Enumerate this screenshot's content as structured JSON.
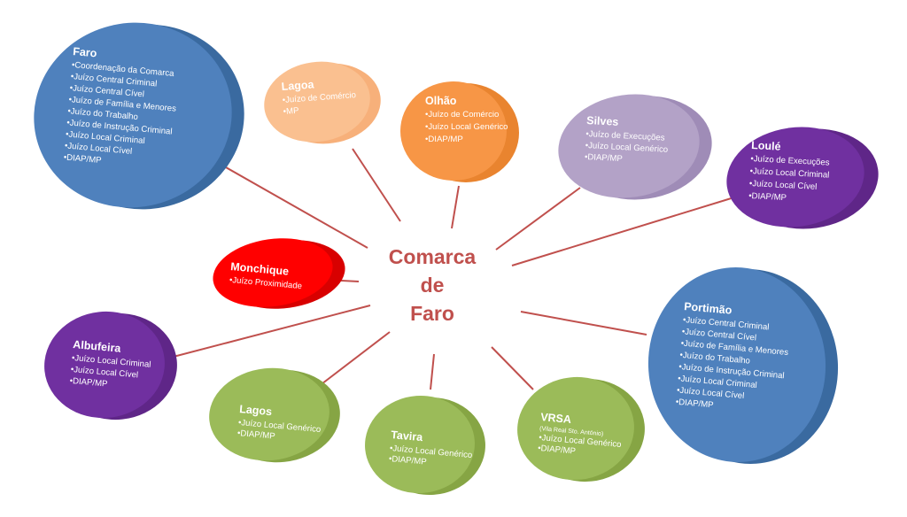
{
  "hub": {
    "lines": [
      "Comarca",
      "de",
      "Faro"
    ],
    "color": "#c0504d"
  },
  "connector_color": "#c0504d",
  "nodes": [
    {
      "id": "faro",
      "title": "Faro",
      "color": "#4f81bd",
      "back": "#3a6aa0",
      "items": [
        "•Coordenação da Comarca",
        "•Juízo Central Criminal",
        "•Juízo Central Cível",
        "•Juízo de Família e Menores",
        "•Juízo do Trabalho",
        "•Juízo de Instrução Criminal",
        "•Juízo Local Criminal",
        "•Juízo Local Cível",
        "•DIAP/MP"
      ]
    },
    {
      "id": "lagoa",
      "title": "Lagoa",
      "color": "#fac090",
      "back": "#f7b07a",
      "items": [
        "•Juízo de Comércio",
        "•MP"
      ]
    },
    {
      "id": "olhao",
      "title": "Olhão",
      "color": "#f79646",
      "back": "#e9842f",
      "items": [
        "•Juízo de Comércio",
        "•Juízo Local Genérico",
        "•DIAP/MP"
      ]
    },
    {
      "id": "silves",
      "title": "Silves",
      "color": "#b3a2c7",
      "back": "#9f8cb7",
      "items": [
        "•Juízo de Execuções",
        "•Juízo Local Genérico",
        "•DIAP/MP"
      ]
    },
    {
      "id": "loule",
      "title": "Loulé",
      "color": "#7030a0",
      "back": "#5f2688",
      "items": [
        "•Juízo de Execuções",
        "•Juízo Local Criminal",
        "•Juízo Local Cível",
        "•DIAP/MP"
      ]
    },
    {
      "id": "monchique",
      "title": "Monchique",
      "color": "#ff0000",
      "back": "#d80000",
      "items": [
        "•Juízo Proximidade"
      ]
    },
    {
      "id": "portimao",
      "title": "Portimão",
      "color": "#4f81bd",
      "back": "#3a6aa0",
      "items": [
        "•Juízo Central Criminal",
        "•Juízo Central Cível",
        "•Juízo de Família e Menores",
        "•Juízo do Trabalho",
        "•Juízo de Instrução Criminal",
        "•Juízo Local Criminal",
        "•Juízo Local Cível",
        "•DIAP/MP"
      ]
    },
    {
      "id": "albufeira",
      "title": "Albufeira",
      "color": "#7030a0",
      "back": "#5f2688",
      "items": [
        "•Juízo Local Criminal",
        "•Juízo Local Cível",
        "•DIAP/MP"
      ]
    },
    {
      "id": "lagos",
      "title": "Lagos",
      "color": "#9bbb59",
      "back": "#86a544",
      "items": [
        "•Juízo Local Genérico",
        "•DIAP/MP"
      ]
    },
    {
      "id": "tavira",
      "title": "Tavira",
      "color": "#9bbb59",
      "back": "#86a544",
      "items": [
        "•Juízo Local Genérico",
        "•DIAP/MP"
      ]
    },
    {
      "id": "vrsa",
      "title": "VRSA",
      "subtitle": "(Vila Real Sto. António)",
      "color": "#9bbb59",
      "back": "#86a544",
      "items": [
        "•Juízo Local Genérico",
        "•DIAP/MP"
      ]
    }
  ]
}
